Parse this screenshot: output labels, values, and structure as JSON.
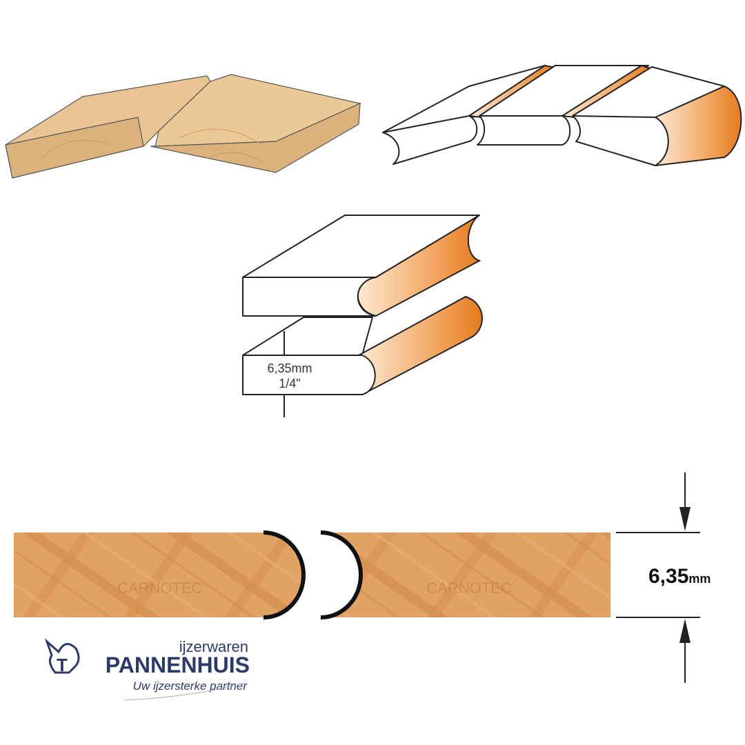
{
  "diagram": {
    "profile_label_mm": "6,35mm",
    "profile_label_inch": "1/4\"",
    "dimension_value": "6,35",
    "dimension_unit": "mm",
    "watermark": "CARNOTEC"
  },
  "logo": {
    "top_text": "ijzerwaren",
    "brand": "PANNENHUIS",
    "tagline": "Uw ijzersterke partner"
  },
  "colors": {
    "wood": "#e0a364",
    "wood_light": "#e8c592",
    "orange": "#e9862b",
    "logo_blue": "#2b3a6b"
  }
}
